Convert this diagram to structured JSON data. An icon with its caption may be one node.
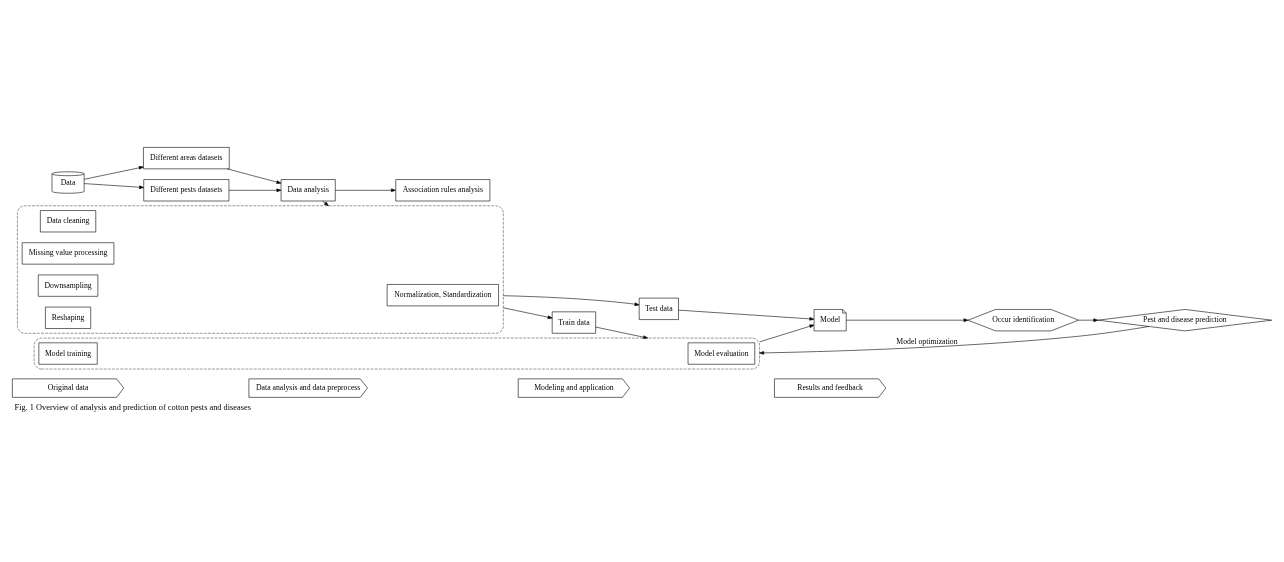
{
  "diagram": {
    "caption": "Fig. 1 Overview of analysis and prediction of cotton pests and diseases",
    "nodes": [
      {
        "text": [
          "Original data"
        ]
      },
      {
        "text": [
          "Data analysis and data preprocess"
        ]
      },
      {
        "text": [
          "Modeling and application"
        ]
      },
      {
        "text": [
          "Results and feedback"
        ]
      },
      {
        "text": [
          "Data"
        ]
      },
      {
        "text": [
          "Different areas datasets"
        ]
      },
      {
        "text": [
          "Different pests datasets"
        ]
      },
      {
        "text": [
          "Data analysis"
        ]
      },
      {
        "text": [],
        "shape": "box"
      },
      {
        "text": [
          "Data cleaning"
        ],
        "in": 8
      },
      {
        "text": [
          "Missing value processing"
        ],
        "in": 8
      },
      {
        "text": [
          "Normalization, Standardization"
        ],
        "in": 8
      },
      {
        "text": [
          "Downsampling"
        ],
        "in": 8
      },
      {
        "text": [
          "Reshaping"
        ],
        "in": 8
      },
      {
        "text": [
          "Association rules analysis"
        ]
      },
      {
        "text": [
          "Train data"
        ]
      },
      {
        "text": [
          "Test data"
        ]
      },
      {
        "text": [],
        "shape": "box"
      },
      {
        "text": [
          "Model training"
        ],
        "in": 17
      },
      {
        "text": [
          "Model evaluation"
        ],
        "in": 17
      },
      {
        "text": [
          "Model"
        ]
      },
      {
        "text": [
          "Occur identification"
        ]
      },
      {
        "text": [
          "Pest and disease prediction"
        ]
      }
    ],
    "edges": [
      {
        "from": 4,
        "to": 5,
        "arrow": "to"
      },
      {
        "from": 4,
        "to": 6,
        "arrow": "to"
      },
      {
        "from": 5,
        "to": 7,
        "arrow": "to"
      },
      {
        "from": 6,
        "to": 7,
        "arrow": "to"
      },
      {
        "from": 7,
        "to": 8,
        "arrow": "to"
      },
      {
        "from": 7,
        "to": 14,
        "arrow": "to"
      },
      {
        "from": 8,
        "to": 15,
        "arrow": "to"
      },
      {
        "from": 8,
        "to": 16,
        "arrow": "to"
      },
      {
        "from": 15,
        "to": 17,
        "arrow": "to"
      },
      {
        "from": 16,
        "to": 20,
        "arrow": "to"
      },
      {
        "from": 17,
        "to": 20,
        "arrow": "to"
      },
      {
        "from": 20,
        "to": 21,
        "arrow": "to"
      },
      {
        "from": 21,
        "to": 22,
        "arrow": "to"
      },
      {
        "from": 22,
        "to": 17,
        "arrow": "to",
        "label": "Model optimization"
      }
    ]
  }
}
